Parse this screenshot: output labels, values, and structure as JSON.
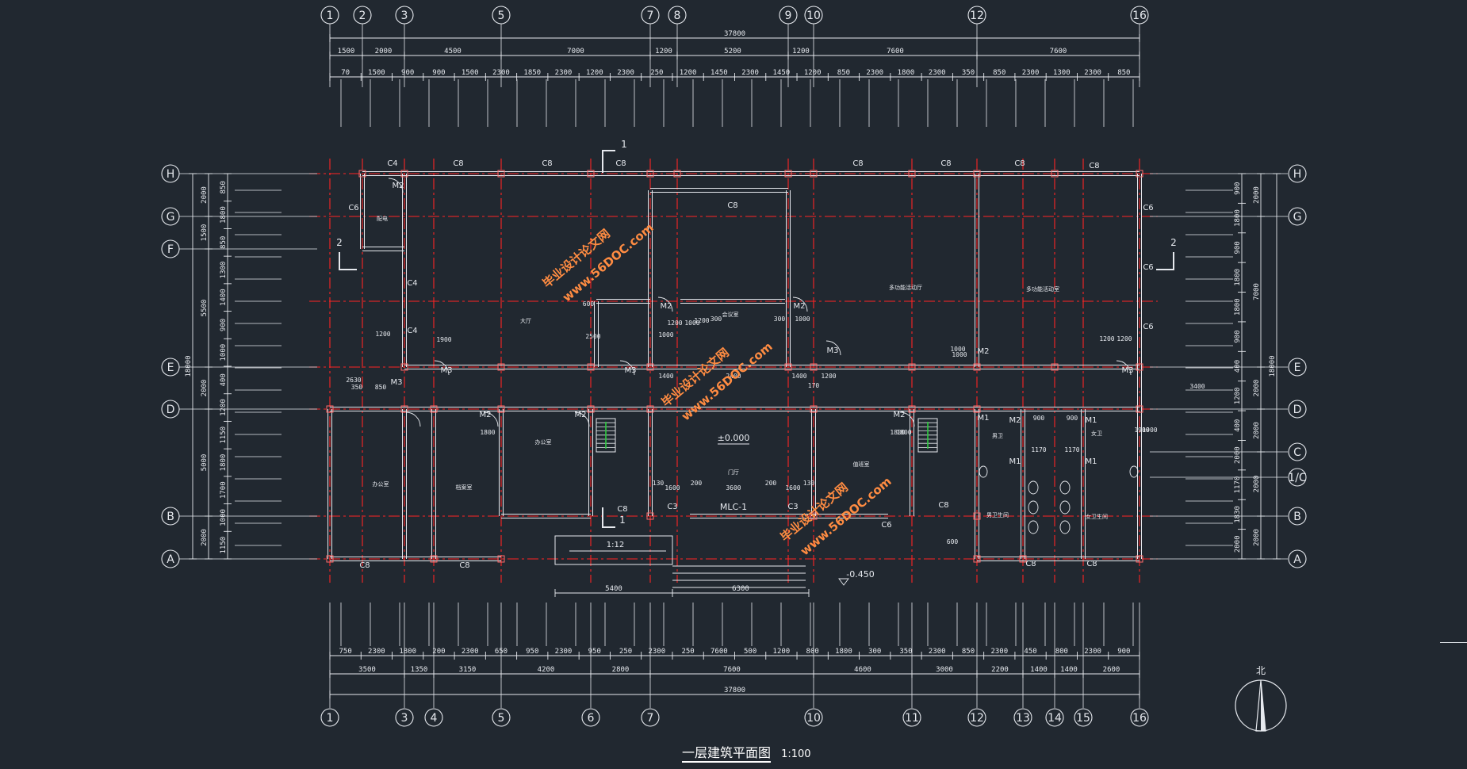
{
  "drawing": {
    "title": "一层建筑平面图",
    "scale": "1:100",
    "north_label": "北"
  },
  "axes": {
    "top": [
      "1",
      "2",
      "3",
      "5",
      "7",
      "8",
      "9",
      "10",
      "12",
      "16"
    ],
    "bottom": [
      "1",
      "3",
      "4",
      "5",
      "6",
      "7",
      "10",
      "11",
      "12",
      "13",
      "14",
      "15",
      "16"
    ],
    "left": [
      "H",
      "G",
      "F",
      "E",
      "D",
      "B",
      "A"
    ],
    "right": [
      "H",
      "G",
      "E",
      "D",
      "C",
      "1/C",
      "B",
      "A"
    ]
  },
  "dimensions": {
    "top_total": "37800",
    "top_row1": [
      "1500",
      "2000",
      "4500",
      "7000",
      "1200",
      "5200",
      "1200",
      "7600",
      "7600"
    ],
    "top_row2": [
      "70",
      "1500",
      "900",
      "900",
      "1500",
      "2300",
      "1850",
      "2300",
      "1200",
      "2300",
      "250",
      "1200",
      "1450",
      "2300",
      "1450",
      "1200",
      "850",
      "2300",
      "1800",
      "2300",
      "350",
      "850",
      "2300",
      "1300",
      "2300",
      "850"
    ],
    "bottom_row1": [
      "750",
      "2300",
      "1800",
      "200",
      "2300",
      "650",
      "950",
      "2300",
      "950",
      "250",
      "2300",
      "250",
      "7600",
      "500",
      "1200",
      "800",
      "1800",
      "300",
      "350",
      "2300",
      "850",
      "2300",
      "450",
      "800",
      "2300",
      "900"
    ],
    "bottom_row2": [
      "3500",
      "1350",
      "3150",
      "4200",
      "2800",
      "7600",
      "4600",
      "3000",
      "2200",
      "1400",
      "1400",
      "2600"
    ],
    "bottom_total": "37800",
    "left_total": "18000",
    "left_row1": [
      "2000",
      "1500",
      "5500",
      "2000",
      "5000",
      "2000"
    ],
    "left_row2": [
      "850",
      "1800",
      "850",
      "1300",
      "1400",
      "900",
      "1000",
      "400",
      "1200",
      "1150",
      "1800",
      "1700",
      "1000",
      "1150"
    ],
    "right_total": "18000",
    "right_row1": [
      "2000",
      "7000",
      "2000",
      "2000",
      "2000",
      "2000"
    ],
    "right_row2": [
      "900",
      "1800",
      "900",
      "1800",
      "1800",
      "900",
      "400",
      "1200",
      "400",
      "2000",
      "1170",
      "1830",
      "2000"
    ]
  },
  "labels": {
    "windows": [
      "C4",
      "C8",
      "C8",
      "C8",
      "C8",
      "C8",
      "C8",
      "C8",
      "C8",
      "C6",
      "C6",
      "C6",
      "C6",
      "C4",
      "C4",
      "C8",
      "C8",
      "C8",
      "C3",
      "C3",
      "C6",
      "C8",
      "C8",
      "C8"
    ],
    "doors": [
      "M2",
      "M2",
      "M2",
      "M3",
      "M3",
      "M3",
      "M3",
      "M3",
      "M2",
      "M2",
      "M2",
      "M2",
      "M2",
      "M1",
      "M1",
      "M1",
      "M1"
    ],
    "section_marks": [
      "1",
      "1",
      "2",
      "2"
    ],
    "entry": "MLC-1",
    "elevation_main": "±0.000",
    "elevation_outside": "-0.450",
    "ramp_slope": "1:12",
    "ramp_length": "5400",
    "steps_length": "6300",
    "inner_dims": [
      "1200",
      "1900",
      "350",
      "850",
      "2630",
      "600",
      "2500",
      "1000",
      "1200",
      "1200",
      "1000",
      "300",
      "300",
      "1000",
      "1400",
      "2400",
      "1400",
      "1200",
      "170",
      "1000",
      "1200",
      "1200",
      "1900",
      "3400",
      "1800",
      "1800",
      "1600",
      "200",
      "3600",
      "200",
      "1600",
      "130",
      "130",
      "1000",
      "1800",
      "600",
      "1900",
      "900",
      "900",
      "1170",
      "1170"
    ]
  },
  "rooms": [
    "配电",
    "大厅",
    "会议室",
    "多功能活动厅",
    "多功能活动室",
    "办公室",
    "档案室",
    "办公室",
    "门厅",
    "值班室",
    "男卫",
    "女卫",
    "男卫生间",
    "女卫生间"
  ],
  "watermark": [
    "毕业设计论文网",
    "www.56DOC.com"
  ],
  "colors": {
    "background": "#212830",
    "lines": "#e6e9ee",
    "axis_lines": "#ff2424",
    "accent": "#2ecc40"
  }
}
